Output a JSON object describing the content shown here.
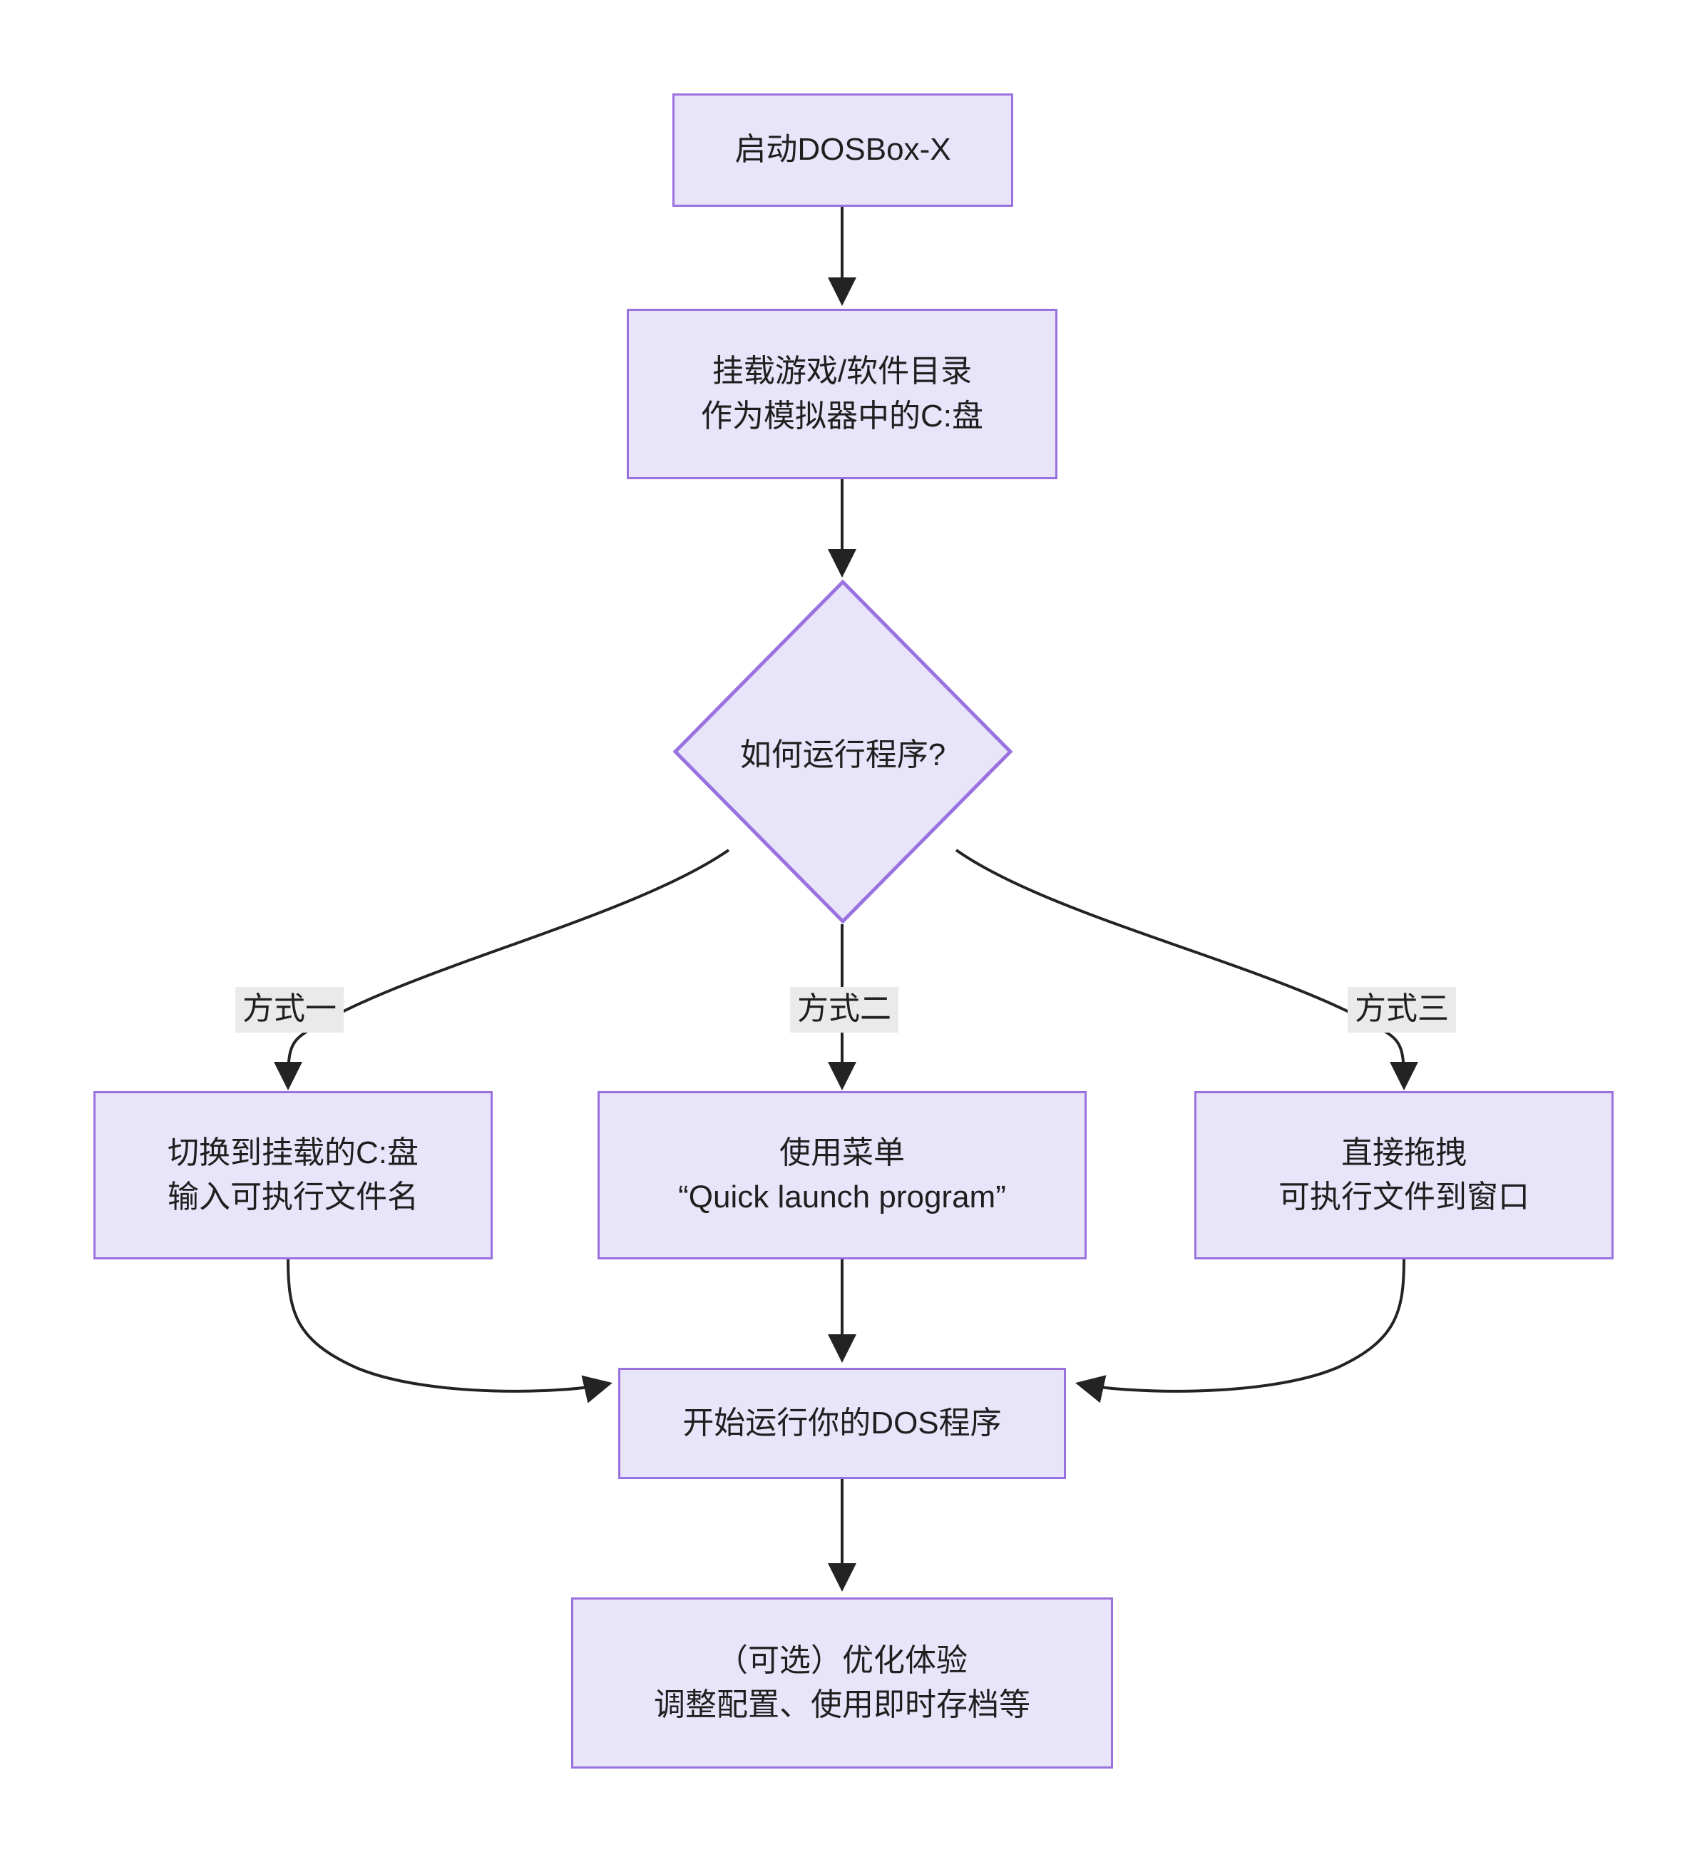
{
  "diagram": {
    "type": "flowchart",
    "direction": "top-down",
    "title_visible": false,
    "colors": {
      "node_fill": "#e8e4f9",
      "node_border": "#9a72e0",
      "node_text": "#1f1f1f",
      "edge_stroke": "#232323",
      "edge_label_bg": "#eaeaea",
      "canvas_bg": "#ffffff"
    },
    "nodes": {
      "start": {
        "shape": "rect",
        "lines": [
          "启动DOSBox-X"
        ]
      },
      "mount": {
        "shape": "rect",
        "lines": [
          "挂载游戏/软件目录",
          "作为模拟器中的C:盘"
        ]
      },
      "decision": {
        "shape": "diamond",
        "lines": [
          "如何运行程序?"
        ]
      },
      "way1": {
        "shape": "rect",
        "lines": [
          "切换到挂载的C:盘",
          "输入可执行文件名"
        ]
      },
      "way2": {
        "shape": "rect",
        "lines": [
          "使用菜单",
          "“Quick launch program”"
        ]
      },
      "way3": {
        "shape": "rect",
        "lines": [
          "直接拖拽",
          "可执行文件到窗口"
        ]
      },
      "run": {
        "shape": "rect",
        "lines": [
          "开始运行你的DOS程序"
        ]
      },
      "optimize": {
        "shape": "rect",
        "lines": [
          "（可选）优化体验",
          "调整配置、使用即时存档等"
        ]
      }
    },
    "edge_labels": {
      "branch1": "方式一",
      "branch2": "方式二",
      "branch3": "方式三"
    },
    "edges": [
      {
        "from": "start",
        "to": "mount",
        "label": ""
      },
      {
        "from": "mount",
        "to": "decision",
        "label": ""
      },
      {
        "from": "decision",
        "to": "way1",
        "label": "方式一"
      },
      {
        "from": "decision",
        "to": "way2",
        "label": "方式二"
      },
      {
        "from": "decision",
        "to": "way3",
        "label": "方式三"
      },
      {
        "from": "way1",
        "to": "run",
        "label": ""
      },
      {
        "from": "way2",
        "to": "run",
        "label": ""
      },
      {
        "from": "way3",
        "to": "run",
        "label": ""
      },
      {
        "from": "run",
        "to": "optimize",
        "label": ""
      }
    ]
  }
}
